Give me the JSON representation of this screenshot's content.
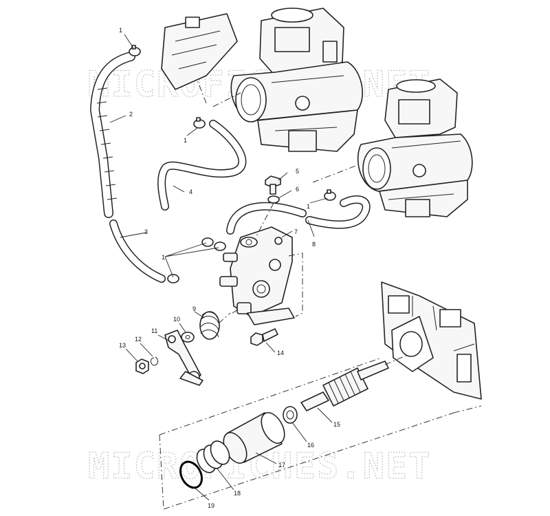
{
  "watermark": {
    "text": "MICROFICHES.NET",
    "color": "#cccccc"
  },
  "callouts": {
    "c1a": "1",
    "c1b": "1",
    "c1c": "1",
    "c1d": "1",
    "c2": "2",
    "c3": "3",
    "c4": "4",
    "c5": "5",
    "c6": "6",
    "c7": "7",
    "c8": "8",
    "c9": "9",
    "c10": "10",
    "c11": "11",
    "c12": "12",
    "c13": "13",
    "c14": "14",
    "c15": "15",
    "c16": "16",
    "c17": "17",
    "c18": "18",
    "c19": "19"
  },
  "parts": {
    "1": "hose-clamp",
    "2": "fuel-line-long",
    "3": "fuel-line-lower",
    "4": "fuel-line-loop",
    "5": "banjo-screw",
    "6": "washer",
    "7": "oil-pump",
    "8": "fuel-line-right",
    "9": "return-spring",
    "10": "washer",
    "11": "pump-lever",
    "12": "lock-washer",
    "13": "nut",
    "14": "mounting-bolt",
    "15": "drive-gear-shaft",
    "16": "thrust-washer",
    "17": "bushing",
    "18": "spring",
    "19": "o-ring"
  },
  "colors": {
    "line": "#222222",
    "background": "#ffffff"
  }
}
